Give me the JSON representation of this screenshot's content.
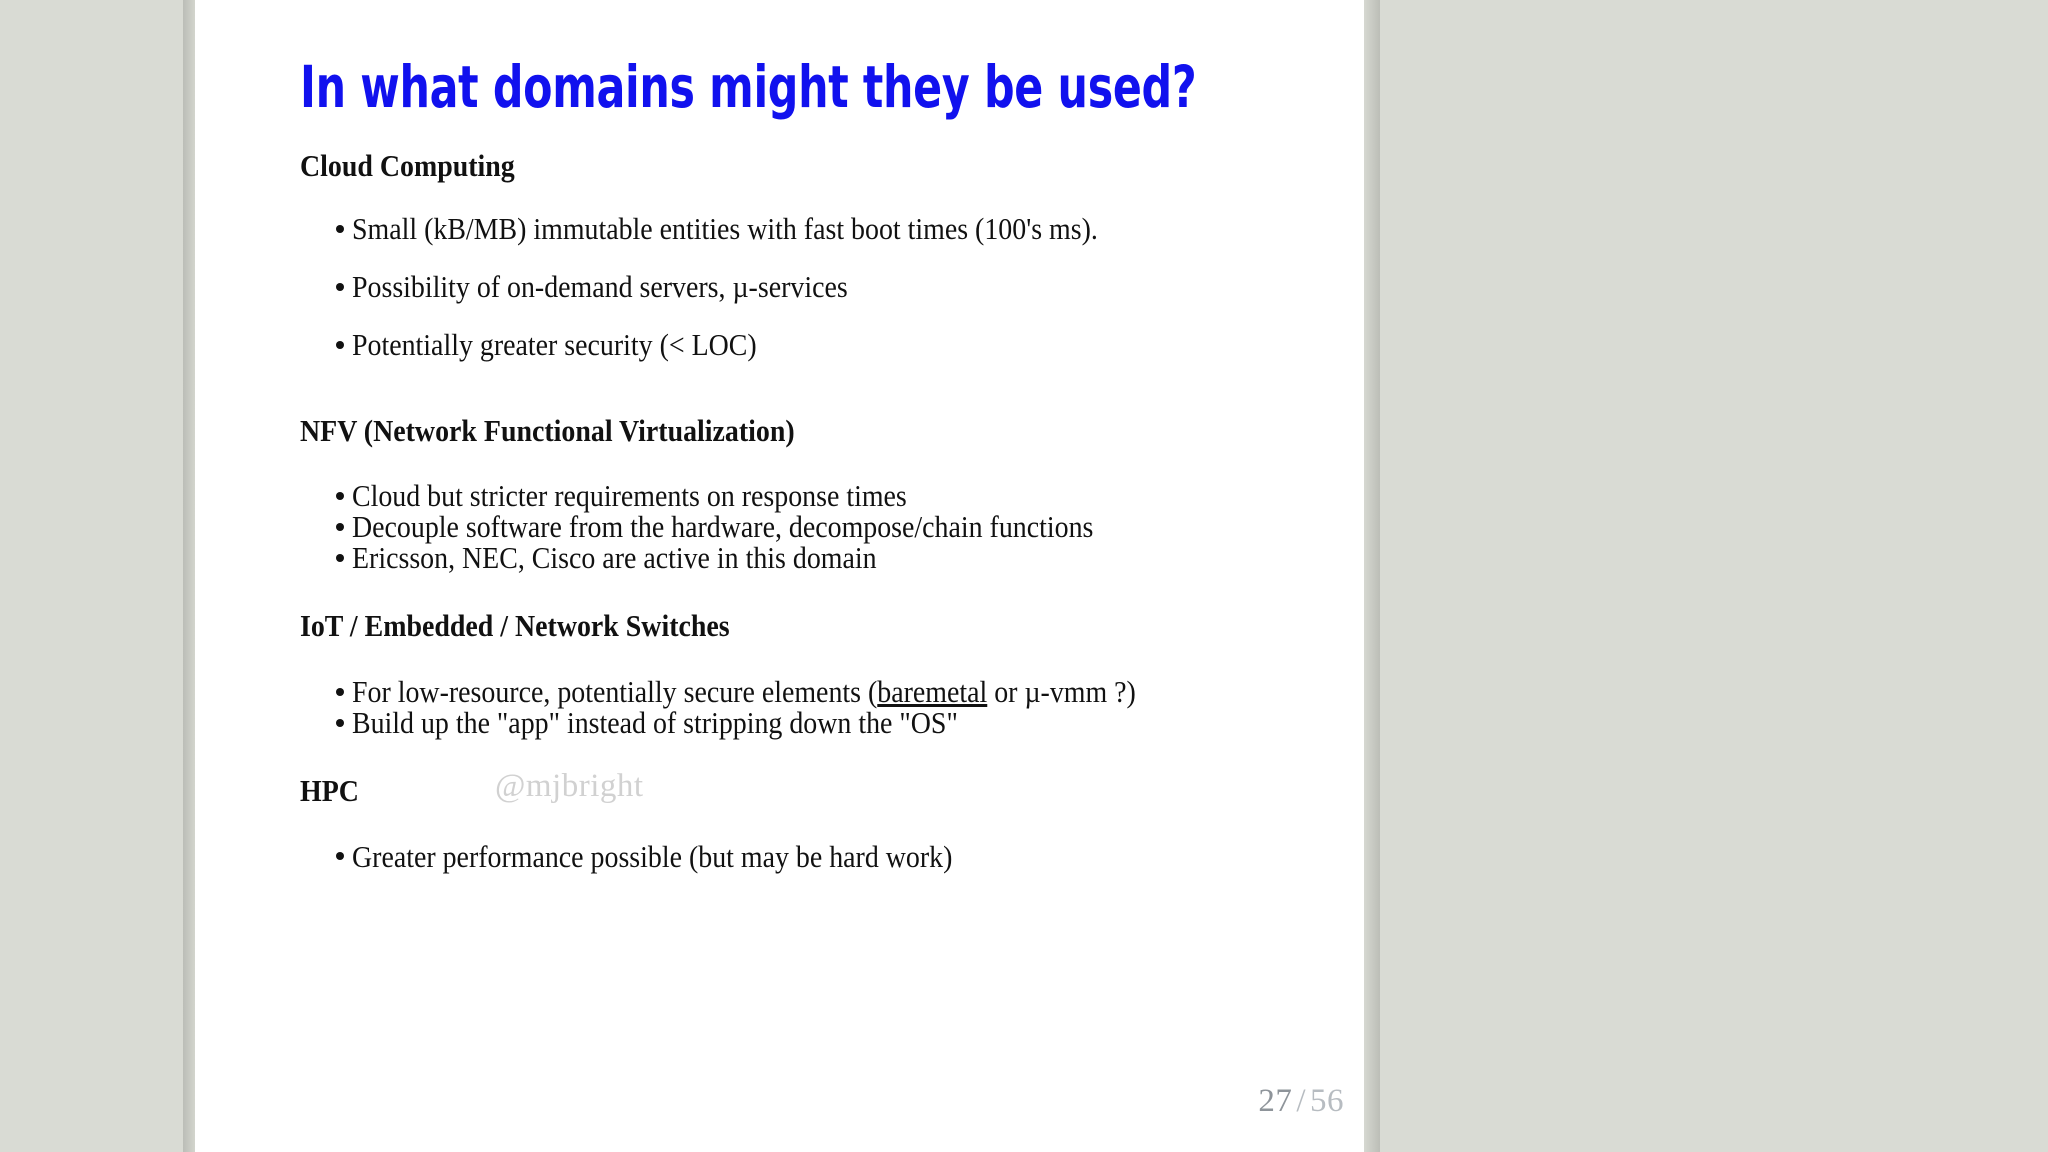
{
  "theme": {
    "page_background": "#d9dbd4",
    "slide_background": "#ffffff",
    "title_color": "#1111ee",
    "body_color": "#111111",
    "page_number_color": "#9aa0a6",
    "watermark_color": "#c9c9c9"
  },
  "slide": {
    "title": "In what domains might they be used?",
    "sections": [
      {
        "heading": "Cloud Computing",
        "spacing": "loose",
        "bullets": [
          "Small (kB/MB) immutable entities with fast boot times (100's ms).",
          "Possibility of on-demand servers, µ-services",
          "Potentially greater security (< LOC)"
        ]
      },
      {
        "heading": "NFV (Network Functional Virtualization)",
        "spacing": "tight",
        "bullets": [
          "Cloud but stricter requirements on response times",
          "Decouple software from the hardware, decompose/chain functions",
          "Ericsson, NEC, Cisco are active in this domain"
        ]
      },
      {
        "heading": "IoT / Embedded / Network Switches",
        "spacing": "tight",
        "bullets": [
          "For low-resource, potentially secure elements (baremetal or µ-vmm ?)",
          "Build up the \"app\" instead of stripping down the \"OS\""
        ],
        "bullet_underlined_word": "baremetal"
      },
      {
        "heading": "HPC",
        "spacing": "tight",
        "bullets": [
          "Greater performance possible (but may be hard work)"
        ]
      }
    ],
    "watermark": "@mjbright",
    "page_number": {
      "current": "27",
      "separator": "/",
      "total": "56"
    }
  }
}
